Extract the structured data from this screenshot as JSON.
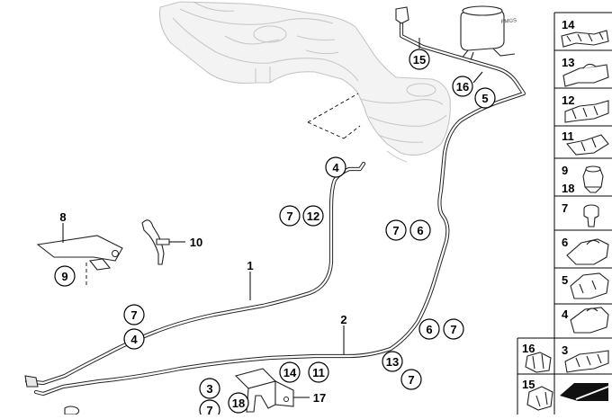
{
  "callouts": {
    "c15_top": "15",
    "c16_top": "16",
    "c5_top": "5",
    "c4_mid": "4",
    "c7_a": "7",
    "c12_a": "12",
    "c7_b": "7",
    "c6_b": "6",
    "c9": "9",
    "c7_c": "7",
    "c4_c": "4",
    "c6_d": "6",
    "c7_d": "7",
    "c14_bot": "14",
    "c11_bot": "11",
    "c13_bot": "13",
    "c7_e": "7",
    "c3_bot": "3",
    "c18_bot": "18",
    "c7_f": "7"
  },
  "labels": {
    "l8": "8",
    "l10": "10",
    "l1": "1",
    "l2": "2",
    "l17": "17"
  },
  "filter_text": "FMGS",
  "legend": {
    "n14": "14",
    "n13": "13",
    "n12": "12",
    "n11": "11",
    "n9": "9",
    "n18": "18",
    "n7": "7",
    "n6": "6",
    "n5": "5",
    "n4": "4",
    "n16": "16",
    "n3": "3",
    "n15": "15"
  }
}
